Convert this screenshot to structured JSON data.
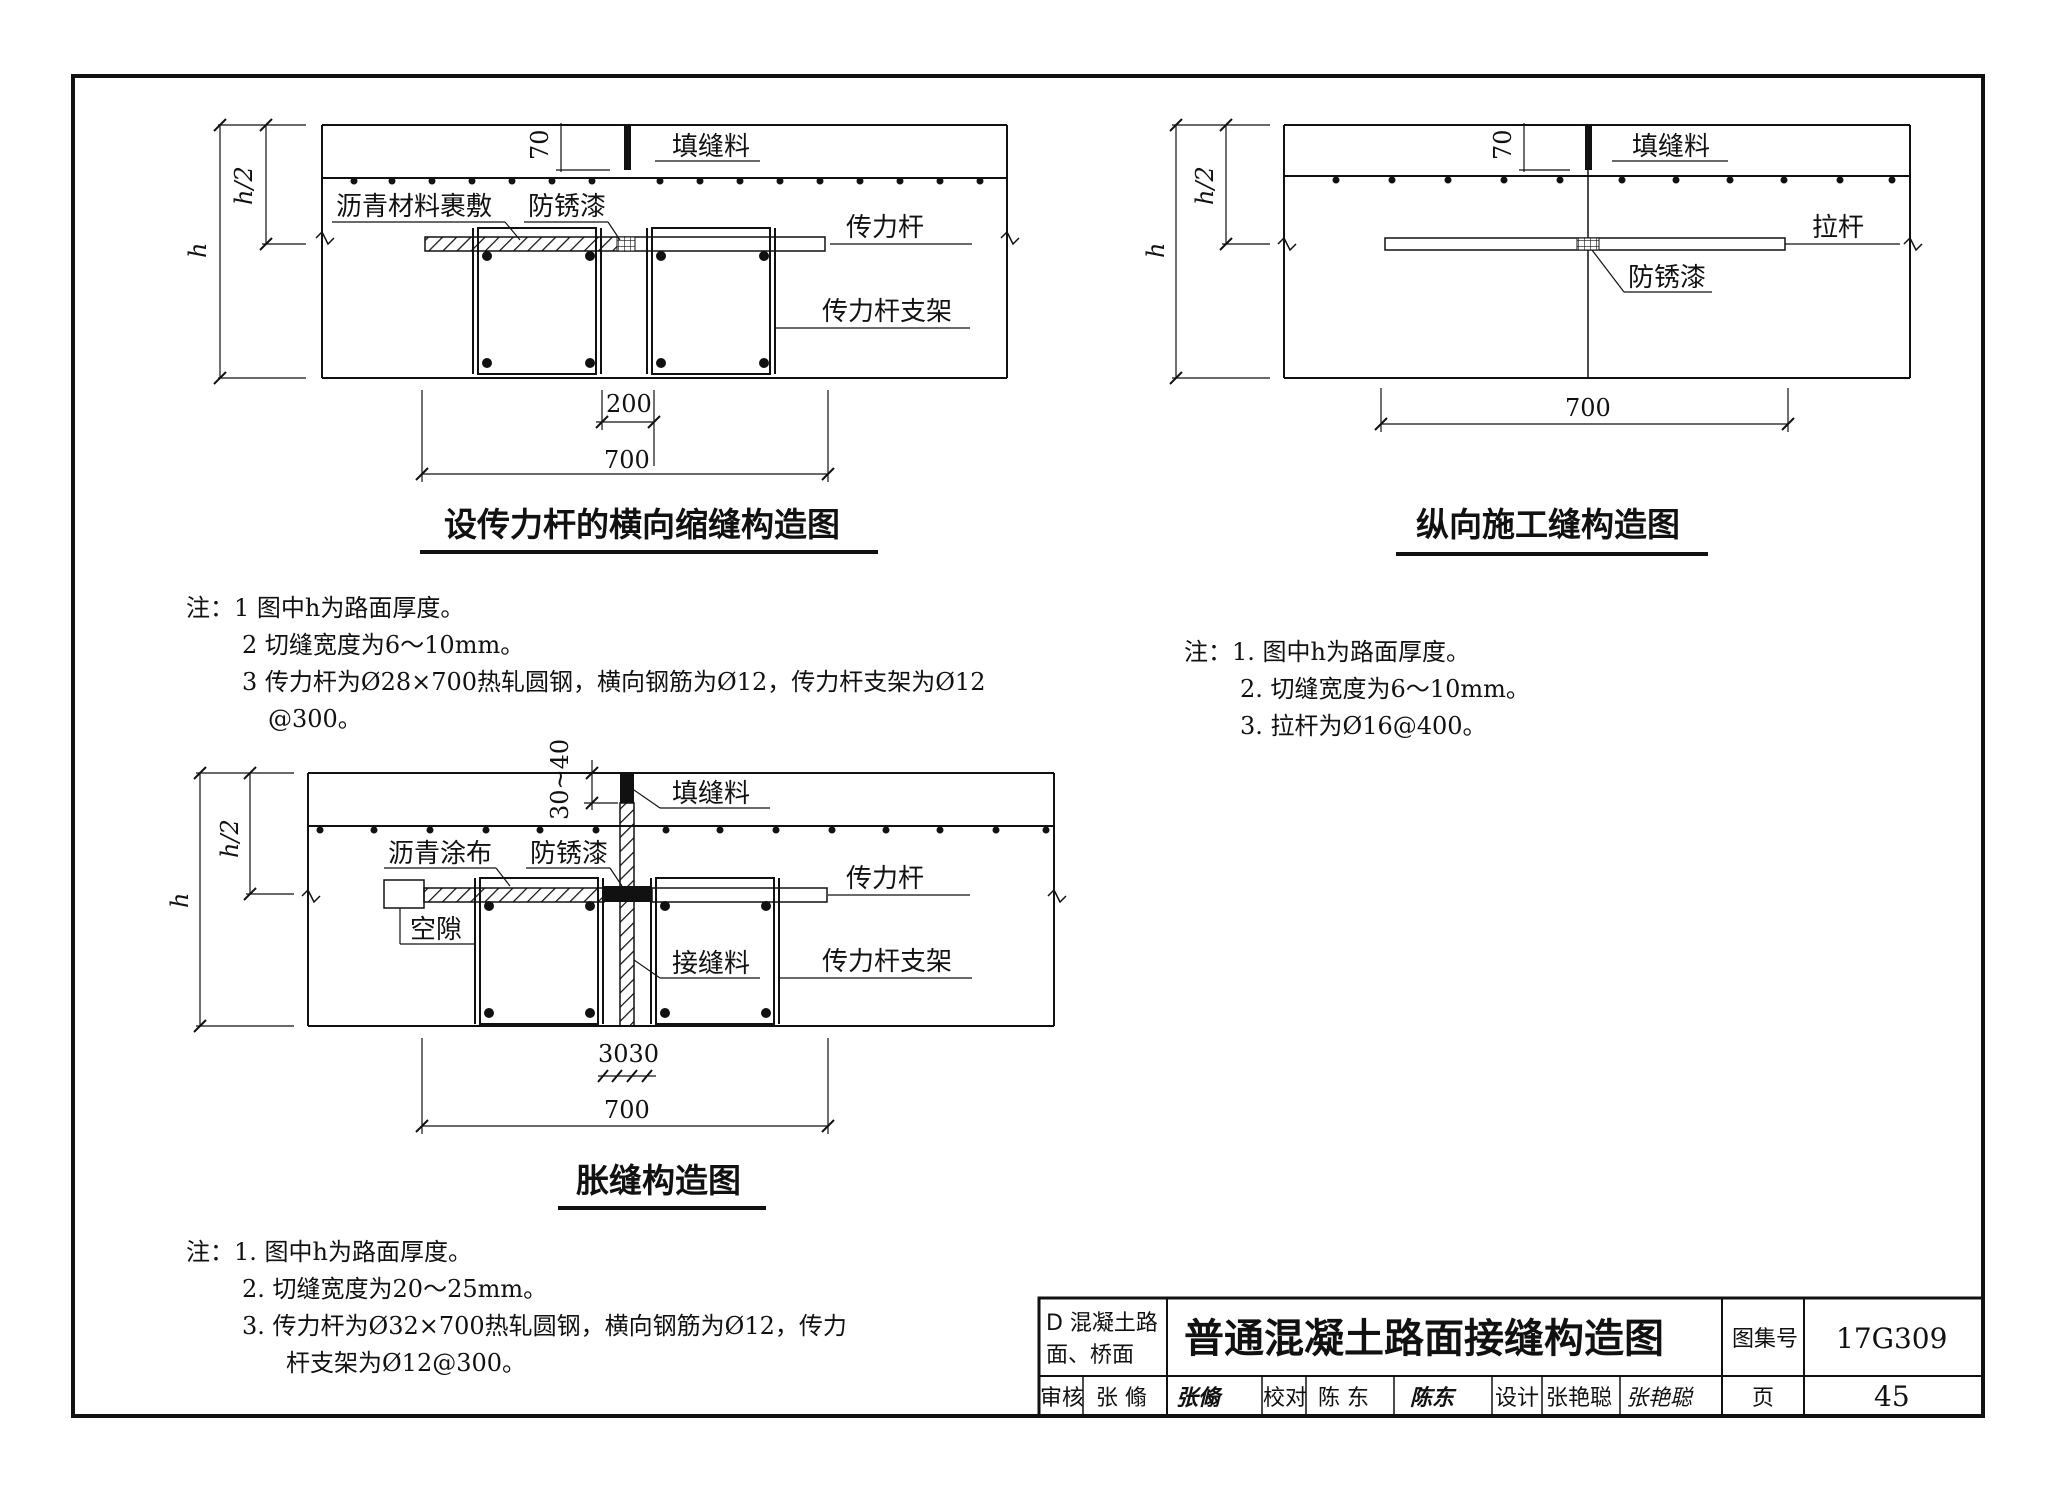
{
  "diagram1": {
    "title": "设传力杆的横向缩缝构造图",
    "labels": {
      "filler": "填缝料",
      "asphalt_wrap": "沥青材料裹敷",
      "antirust": "防锈漆",
      "dowel": "传力杆",
      "dowel_support": "传力杆支架",
      "dim_70": "70",
      "dim_half_h": "h/2",
      "dim_h": "h",
      "dim_200": "200",
      "dim_700": "700"
    },
    "notes": [
      "注：1  图中h为路面厚度。",
      "2  切缝宽度为6～10mm。",
      "3  传力杆为Ø28×700热轧圆钢，横向钢筋为Ø12，传力杆支架为Ø12",
      "@300。"
    ]
  },
  "diagram2": {
    "title": "纵向施工缝构造图",
    "labels": {
      "filler": "填缝料",
      "tie_bar": "拉杆",
      "antirust": "防锈漆",
      "dim_70": "70",
      "dim_half_h": "h/2",
      "dim_h": "h",
      "dim_700": "700"
    },
    "notes": [
      "注：1.  图中h为路面厚度。",
      "2.  切缝宽度为6～10mm。",
      "3.  拉杆为Ø16@400。"
    ]
  },
  "diagram3": {
    "title": "胀缝构造图",
    "labels": {
      "filler": "填缝料",
      "asphalt_cloth": "沥青涂布",
      "antirust": "防锈漆",
      "dowel": "传力杆",
      "void": "空隙",
      "joint_material": "接缝料",
      "dowel_support": "传力杆支架",
      "dim_30_40": "30~40",
      "dim_half_h": "h/2",
      "dim_h": "h",
      "dim_3030": "3030",
      "dim_700": "700"
    },
    "notes": [
      "注：1.  图中h为路面厚度。",
      "2.  切缝宽度为20～25mm。",
      "3.  传力杆为Ø32×700热轧圆钢，横向钢筋为Ø12，传力",
      "杆支架为Ø12@300。"
    ]
  },
  "title_block": {
    "category": "D 混凝土路面、桥面",
    "category_line1": "D 混凝土路",
    "category_line2": "面、桥面",
    "main_title": "普通混凝土路面接缝构造图",
    "atlas_label": "图集号",
    "atlas_no": "17G309",
    "review_label": "审核",
    "reviewer": "张 翛",
    "check_label": "校对",
    "checker": "陈 东",
    "design_label": "设计",
    "designer": "张艳聪",
    "page_label": "页",
    "page_no": "45",
    "sig_reviewer": "张翛",
    "sig_checker": "陈东",
    "sig_designer": "张艳聪"
  }
}
